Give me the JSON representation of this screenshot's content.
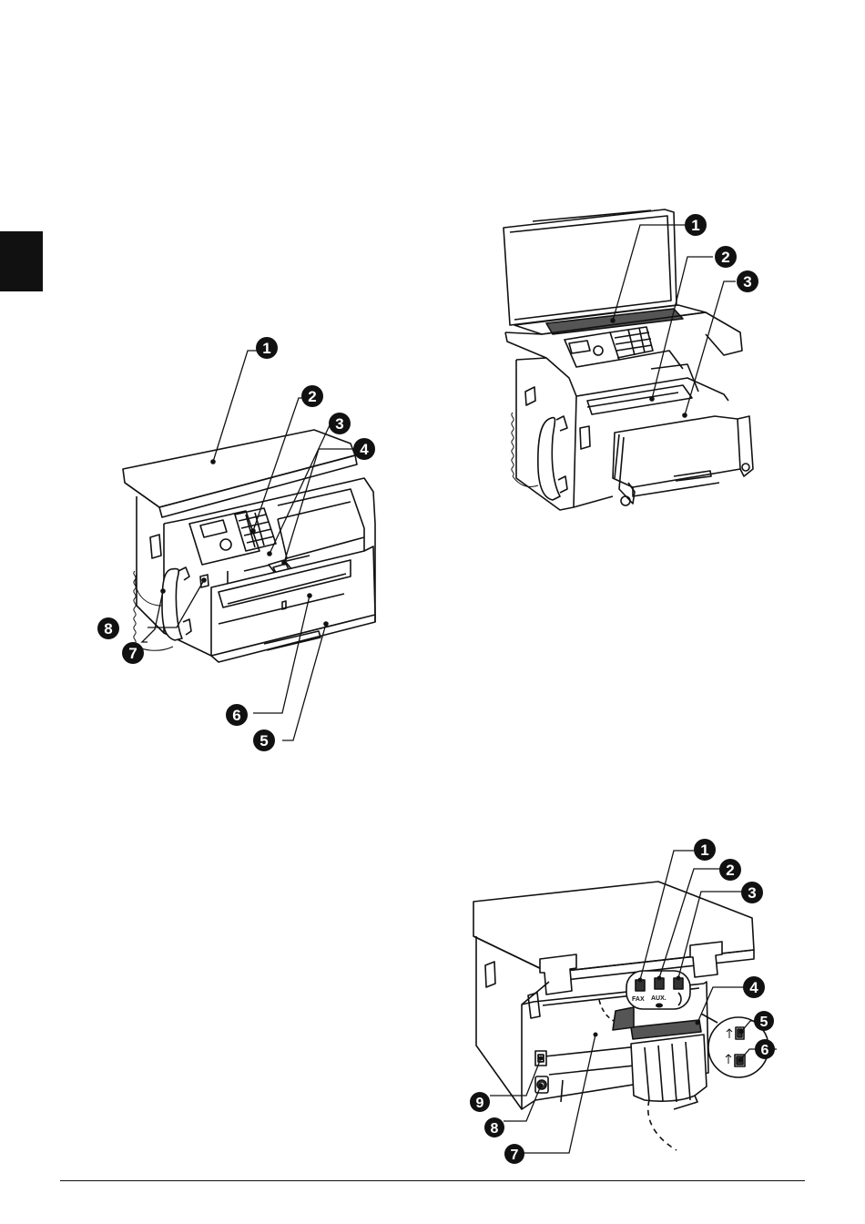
{
  "figures": {
    "front": {
      "callouts": [
        "1",
        "2",
        "3",
        "4",
        "5",
        "6",
        "7",
        "8"
      ]
    },
    "scanner_open": {
      "callouts": [
        "1",
        "2",
        "3"
      ]
    },
    "rear": {
      "callouts": [
        "1",
        "2",
        "3",
        "4",
        "5",
        "6",
        "7",
        "8",
        "9"
      ],
      "port_labels": {
        "fax": "FAX",
        "aux": "AUX."
      }
    }
  },
  "colors": {
    "ink": "#111111",
    "paper": "#ffffff",
    "dark_fill": "#555555"
  },
  "icons": [
    "telephone-handset-icon",
    "usb-icon",
    "power-switch-icon",
    "power-socket-icon",
    "telephone-line-icon"
  ]
}
